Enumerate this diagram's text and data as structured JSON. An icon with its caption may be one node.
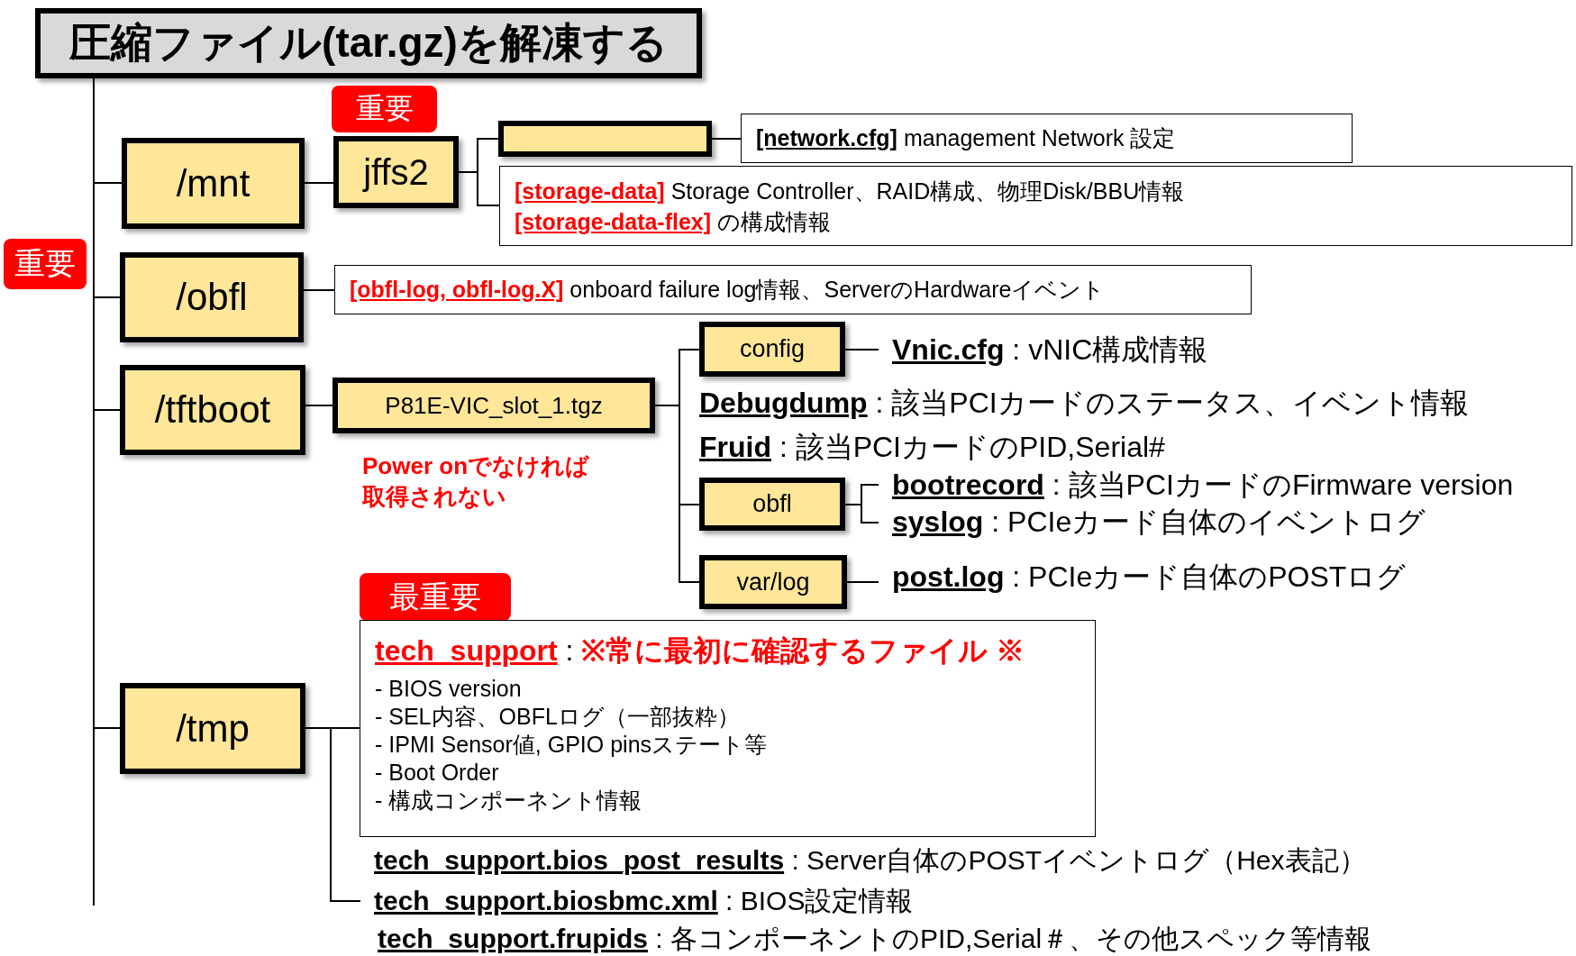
{
  "diagram": {
    "nodes": [
      {
        "text": [
          "圧縮ファイル(tar.gz)を解凍する"
        ]
      },
      {
        "text": [
          "/mnt"
        ]
      },
      {
        "text": [
          "重要"
        ]
      },
      {
        "text": [
          "jffs2"
        ]
      },
      {
        "text": [],
        "shape": "box"
      },
      {
        "text": [
          "**[network.cfg]** management Network 設定"
        ]
      },
      {
        "text": [
          "**[storage-data]** Storage Controller、RAID構成、物理Disk/BBU情報",
          "**[storage-data-flex]** の構成情報"
        ]
      },
      {
        "text": [
          "重要"
        ]
      },
      {
        "text": [
          "/obfl"
        ]
      },
      {
        "text": [
          "**[obfl-log, obfl-log.X]** onboard failure log情報、ServerのHardwareイベント"
        ]
      },
      {
        "text": [
          "/tftboot"
        ]
      },
      {
        "text": [
          "P81E-VIC_slot_1.tgz"
        ],
        "beside": [
          "Power onでなければ取得されない"
        ]
      },
      {
        "text": [
          "config"
        ]
      },
      {
        "text": [
          "**Vnic.cfg** : vNIC構成情報"
        ]
      },
      {
        "text": [
          "obfl"
        ]
      },
      {
        "text": [
          "**bootrecord** : 該当PCIカードのFirmware version"
        ]
      },
      {
        "text": [
          "**syslog** : PCIeカード自体のイベントログ"
        ]
      },
      {
        "text": [
          "var/log"
        ]
      },
      {
        "text": [
          "**post.log** : PCIeカード自体のPOSTログ"
        ]
      },
      {
        "text": [
          "最重要"
        ]
      },
      {
        "text": [
          "**tech_support** : **※常に最初に確認するファイル ※**",
          "- BIOS version",
          "- SEL内容、OBFLログ（一部抜粋）",
          "- IPMI Sensor値, GPIO pinsステート等",
          "- Boot Order",
          "- 構成コンポーネント情報"
        ]
      },
      {
        "text": [
          "/tmp"
        ]
      },
      {
        "text": [
          "**tech_support.biosbmc.xml** : BIOS設定情報"
        ]
      }
    ],
    "edges": [
      {
        "from": 0,
        "to": 1,
        "arrow": "none"
      },
      {
        "from": 0,
        "to": 8,
        "arrow": "none"
      },
      {
        "from": 0,
        "to": 10,
        "arrow": "none"
      },
      {
        "from": 0,
        "to": 21,
        "arrow": "none"
      },
      {
        "from": 1,
        "to": 3,
        "arrow": "none"
      },
      {
        "from": 3,
        "to": 4,
        "arrow": "none"
      },
      {
        "from": 3,
        "to": 6,
        "arrow": "none"
      },
      {
        "from": 4,
        "to": 5,
        "arrow": "none"
      },
      {
        "from": 8,
        "to": 9,
        "arrow": "none"
      },
      {
        "from": 10,
        "to": 11,
        "arrow": "none"
      },
      {
        "from": 11,
        "to": 12,
        "arrow": "none"
      },
      {
        "from": 11,
        "to": 14,
        "arrow": "none"
      },
      {
        "from": 11,
        "to": 17,
        "arrow": "none"
      },
      {
        "from": 12,
        "to": 13,
        "arrow": "none"
      },
      {
        "from": 14,
        "to": 15,
        "arrow": "none"
      },
      {
        "from": 14,
        "to": 16,
        "arrow": "none"
      },
      {
        "from": 17,
        "to": 18,
        "arrow": "none"
      },
      {
        "from": 21,
        "to": 20,
        "arrow": "none"
      },
      {
        "from": 21,
        "to": 22,
        "arrow": "none"
      }
    ],
    "labels": [
      "**Debugdump** : 該当PCIカードのステータス、イベント情報",
      "**Fruid** : 該当PCIカードのPID,Serial#",
      "**tech_support.bios_post_results** : Server自体のPOSTイベントログ（Hex表記）",
      "**tech_support.frupids** : 各コンポーネントのPID,Serial＃、その他スペック等情報"
    ]
  }
}
